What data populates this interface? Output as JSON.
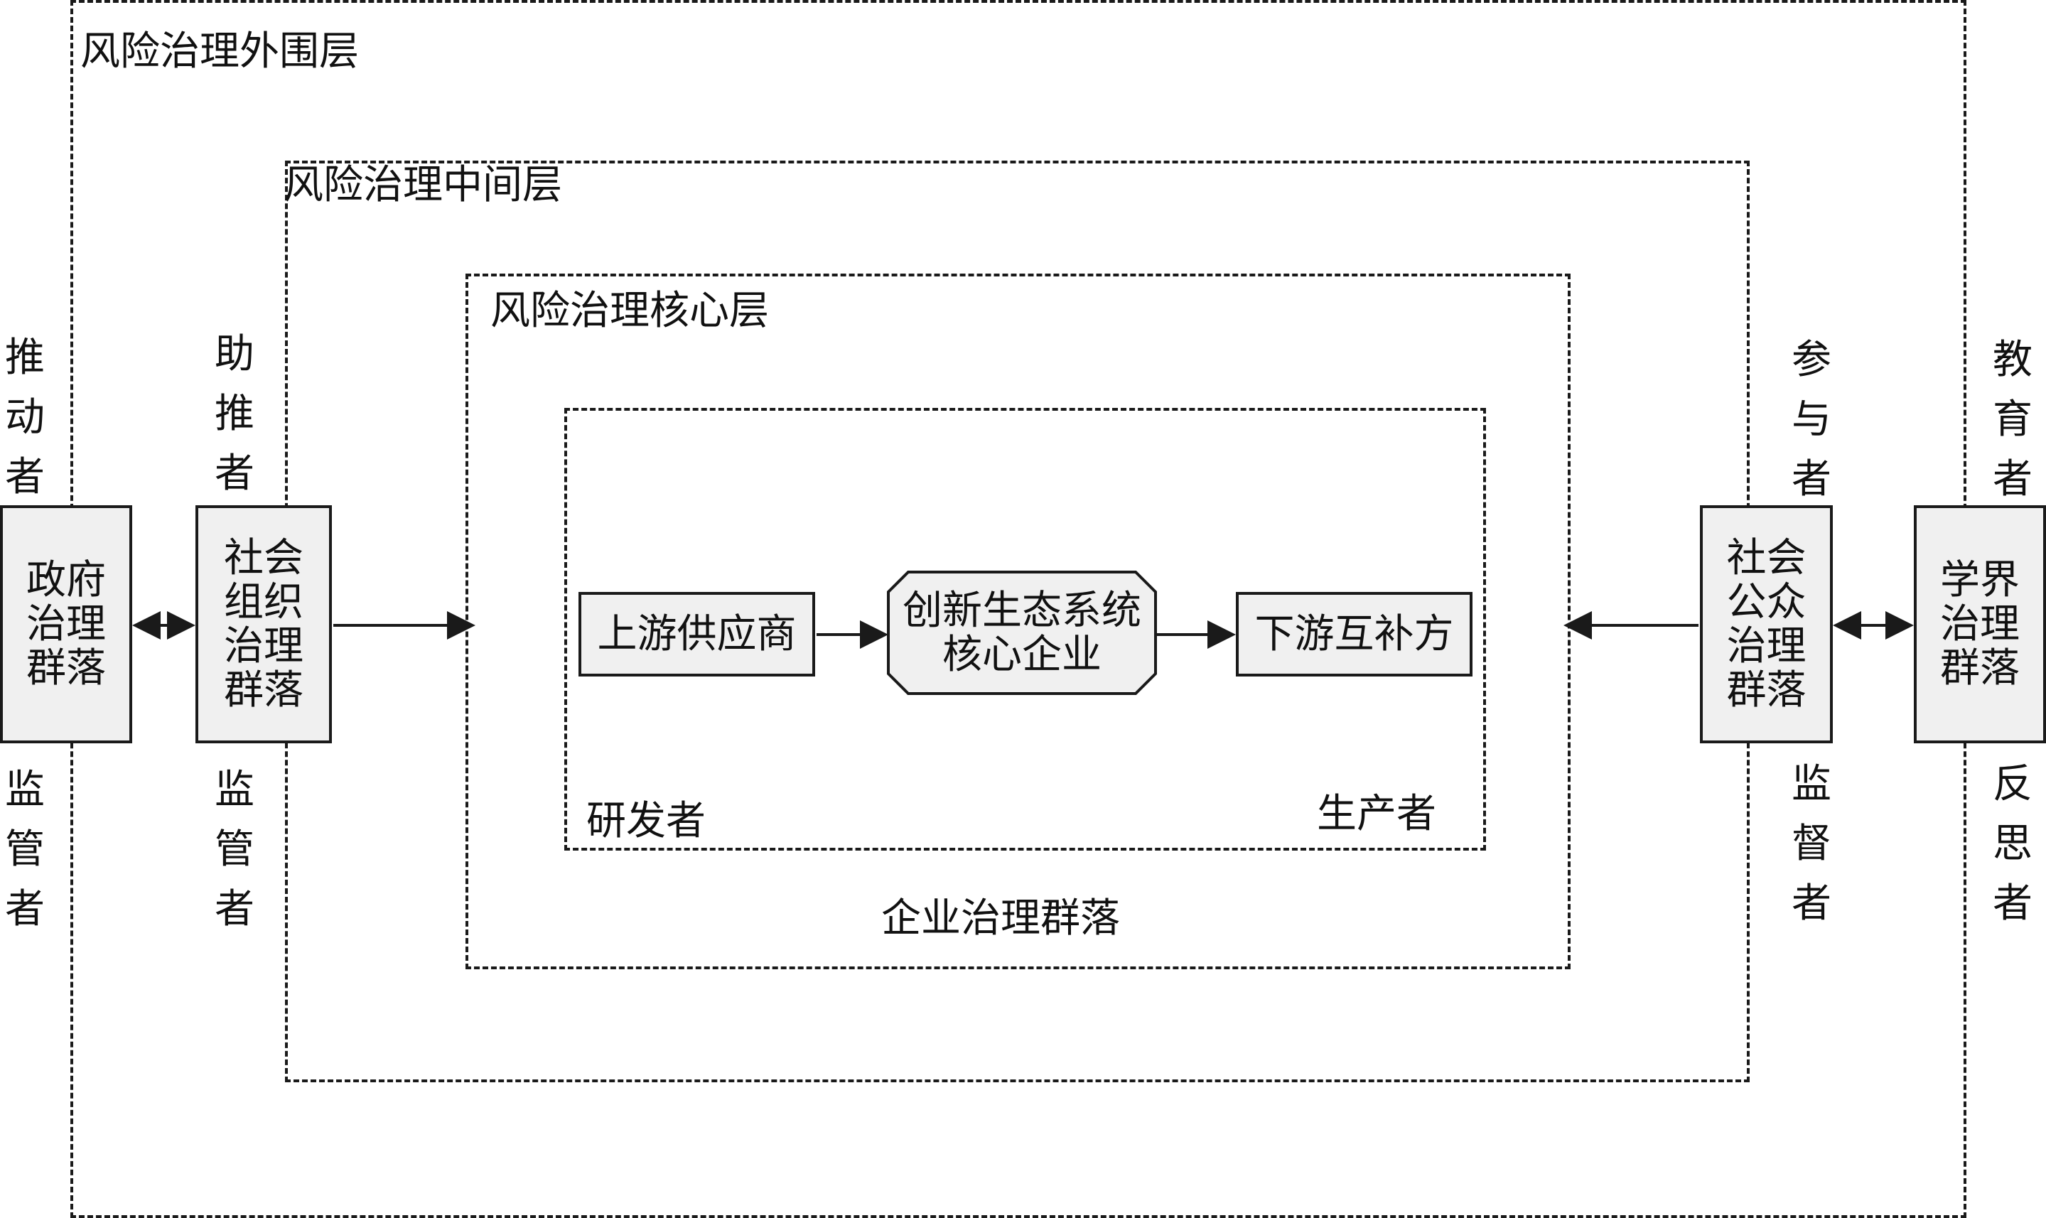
{
  "layers": {
    "outer": "风险治理外围层",
    "middle": "风险治理中间层",
    "core": "风险治理核心层",
    "enterprise_group": "企业治理群落"
  },
  "left": {
    "government": {
      "box": "政府治理群落",
      "top_role": "推动者",
      "bottom_role": "监管者"
    },
    "social_org": {
      "box": "社会组织治理群落",
      "top_role": "助推者",
      "bottom_role": "监管者"
    }
  },
  "right": {
    "public": {
      "box": "社会公众治理群落",
      "top_role": "参与者",
      "bottom_role": "监督者"
    },
    "academia": {
      "box": "学界治理群落",
      "top_role": "教育者",
      "bottom_role": "反思者"
    }
  },
  "core_chain": {
    "upstream": "上游供应商",
    "core_firm": "创新生态系统核心企业",
    "downstream": "下游互补方",
    "upstream_role": "研发者",
    "downstream_role": "生产者"
  },
  "colors": {
    "line": "#1a1a1a",
    "box_fill": "#f0f0f0"
  }
}
